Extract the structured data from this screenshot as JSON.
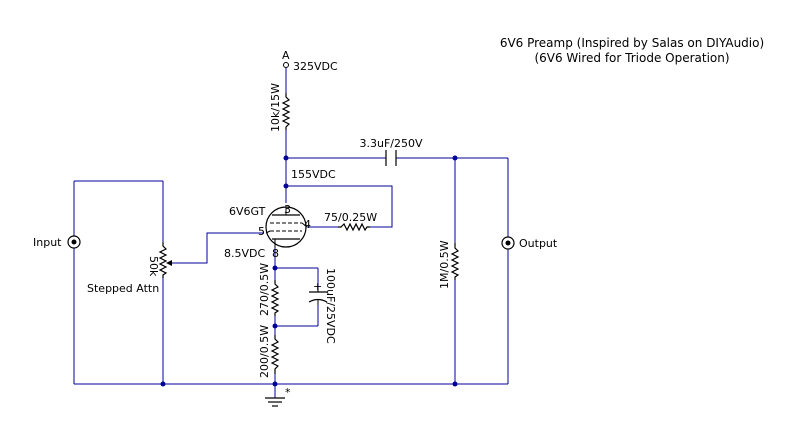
{
  "colors": {
    "wire": "#000099",
    "component": "#000000",
    "background": "#ffffff"
  },
  "title": {
    "line1": "6V6 Preamp (Inspired by Salas on DIYAudio)",
    "line2": "(6V6 Wired for Triode Operation)"
  },
  "labels": {
    "node_a": "A",
    "supply_voltage": "325VDC",
    "plate_resistor": "10k/15W",
    "coupling_cap": "3.3uF/250V",
    "plate_voltage": "155VDC",
    "tube": "6V6GT",
    "g2_resistor": "75/0.25W",
    "pin3": "3",
    "pin4": "4",
    "pin5": "5",
    "pin8": "8",
    "cathode_voltage": "8.5VDC",
    "bypass_cap": "100uF/25VDC",
    "cap_plus": "+",
    "cathode_resistor": "270/0.5W",
    "bottom_resistor": "200/0.5W",
    "output_resistor": "1M/0.5W",
    "pot": "50k",
    "attenuator": "Stepped Attn",
    "input": "Input",
    "output": "Output",
    "ground_mark": "*"
  }
}
